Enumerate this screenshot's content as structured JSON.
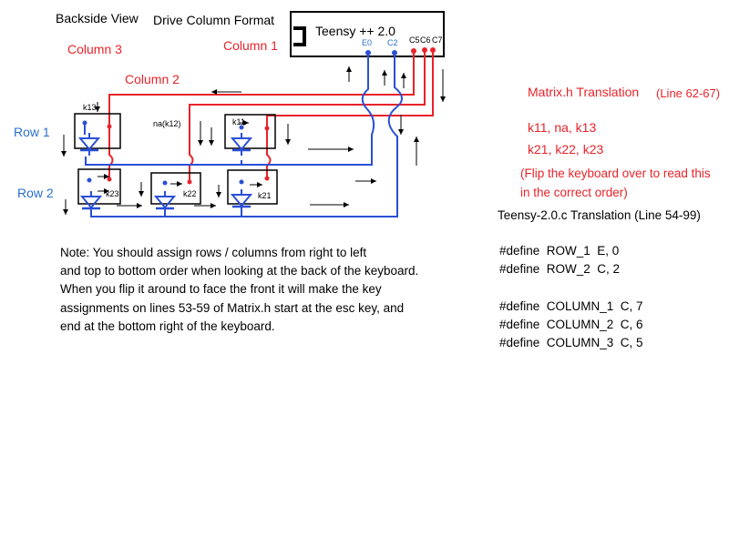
{
  "header": {
    "backside_view": "Backside View",
    "drive_column_format": "Drive Column Format"
  },
  "board": {
    "title": "Teensy ++ 2.0",
    "pins": [
      "E0",
      "C2",
      "C5",
      "C6",
      "C7"
    ]
  },
  "labels": {
    "column_1": "Column 1",
    "column_2": "Column 2",
    "column_3": "Column 3",
    "row_1": "Row 1",
    "row_2": "Row 2"
  },
  "keys": {
    "k13": "k13",
    "na": "na(k12)",
    "k11": "k11",
    "k23": "k23",
    "k22": "k22",
    "k21": "k21"
  },
  "matrix_translation": {
    "title": "Matrix.h Translation",
    "lines_ref": "(Line 62-67)",
    "row1": "k11, na, k13",
    "row2": "k21, k22, k23",
    "flip_note_1": "(Flip the keyboard over to read this",
    "flip_note_2": "in the correct order)"
  },
  "teensy_translation": {
    "title": "Teensy-2.0.c Translation (Line 54-99)",
    "defines": [
      "#define  ROW_1  E, 0",
      "#define  ROW_2  C, 2",
      "",
      "#define  COLUMN_1  C, 7",
      "#define  COLUMN_2  C, 6",
      "#define  COLUMN_3  C, 5"
    ]
  },
  "note": [
    "Note: You should assign rows / columns from right to left",
    "and top to bottom order when looking at the back of the keyboard.",
    "When you flip it around to face the front it will make the key",
    "assignments on lines 53-59 of Matrix.h start at the esc key, and",
    "end at the bottom right of the keyboard."
  ],
  "colors": {
    "column_wire": "#e8232a",
    "row_wire": "#2a4fd6",
    "pin_blue": "#2a6fd1",
    "ink": "#000000"
  }
}
